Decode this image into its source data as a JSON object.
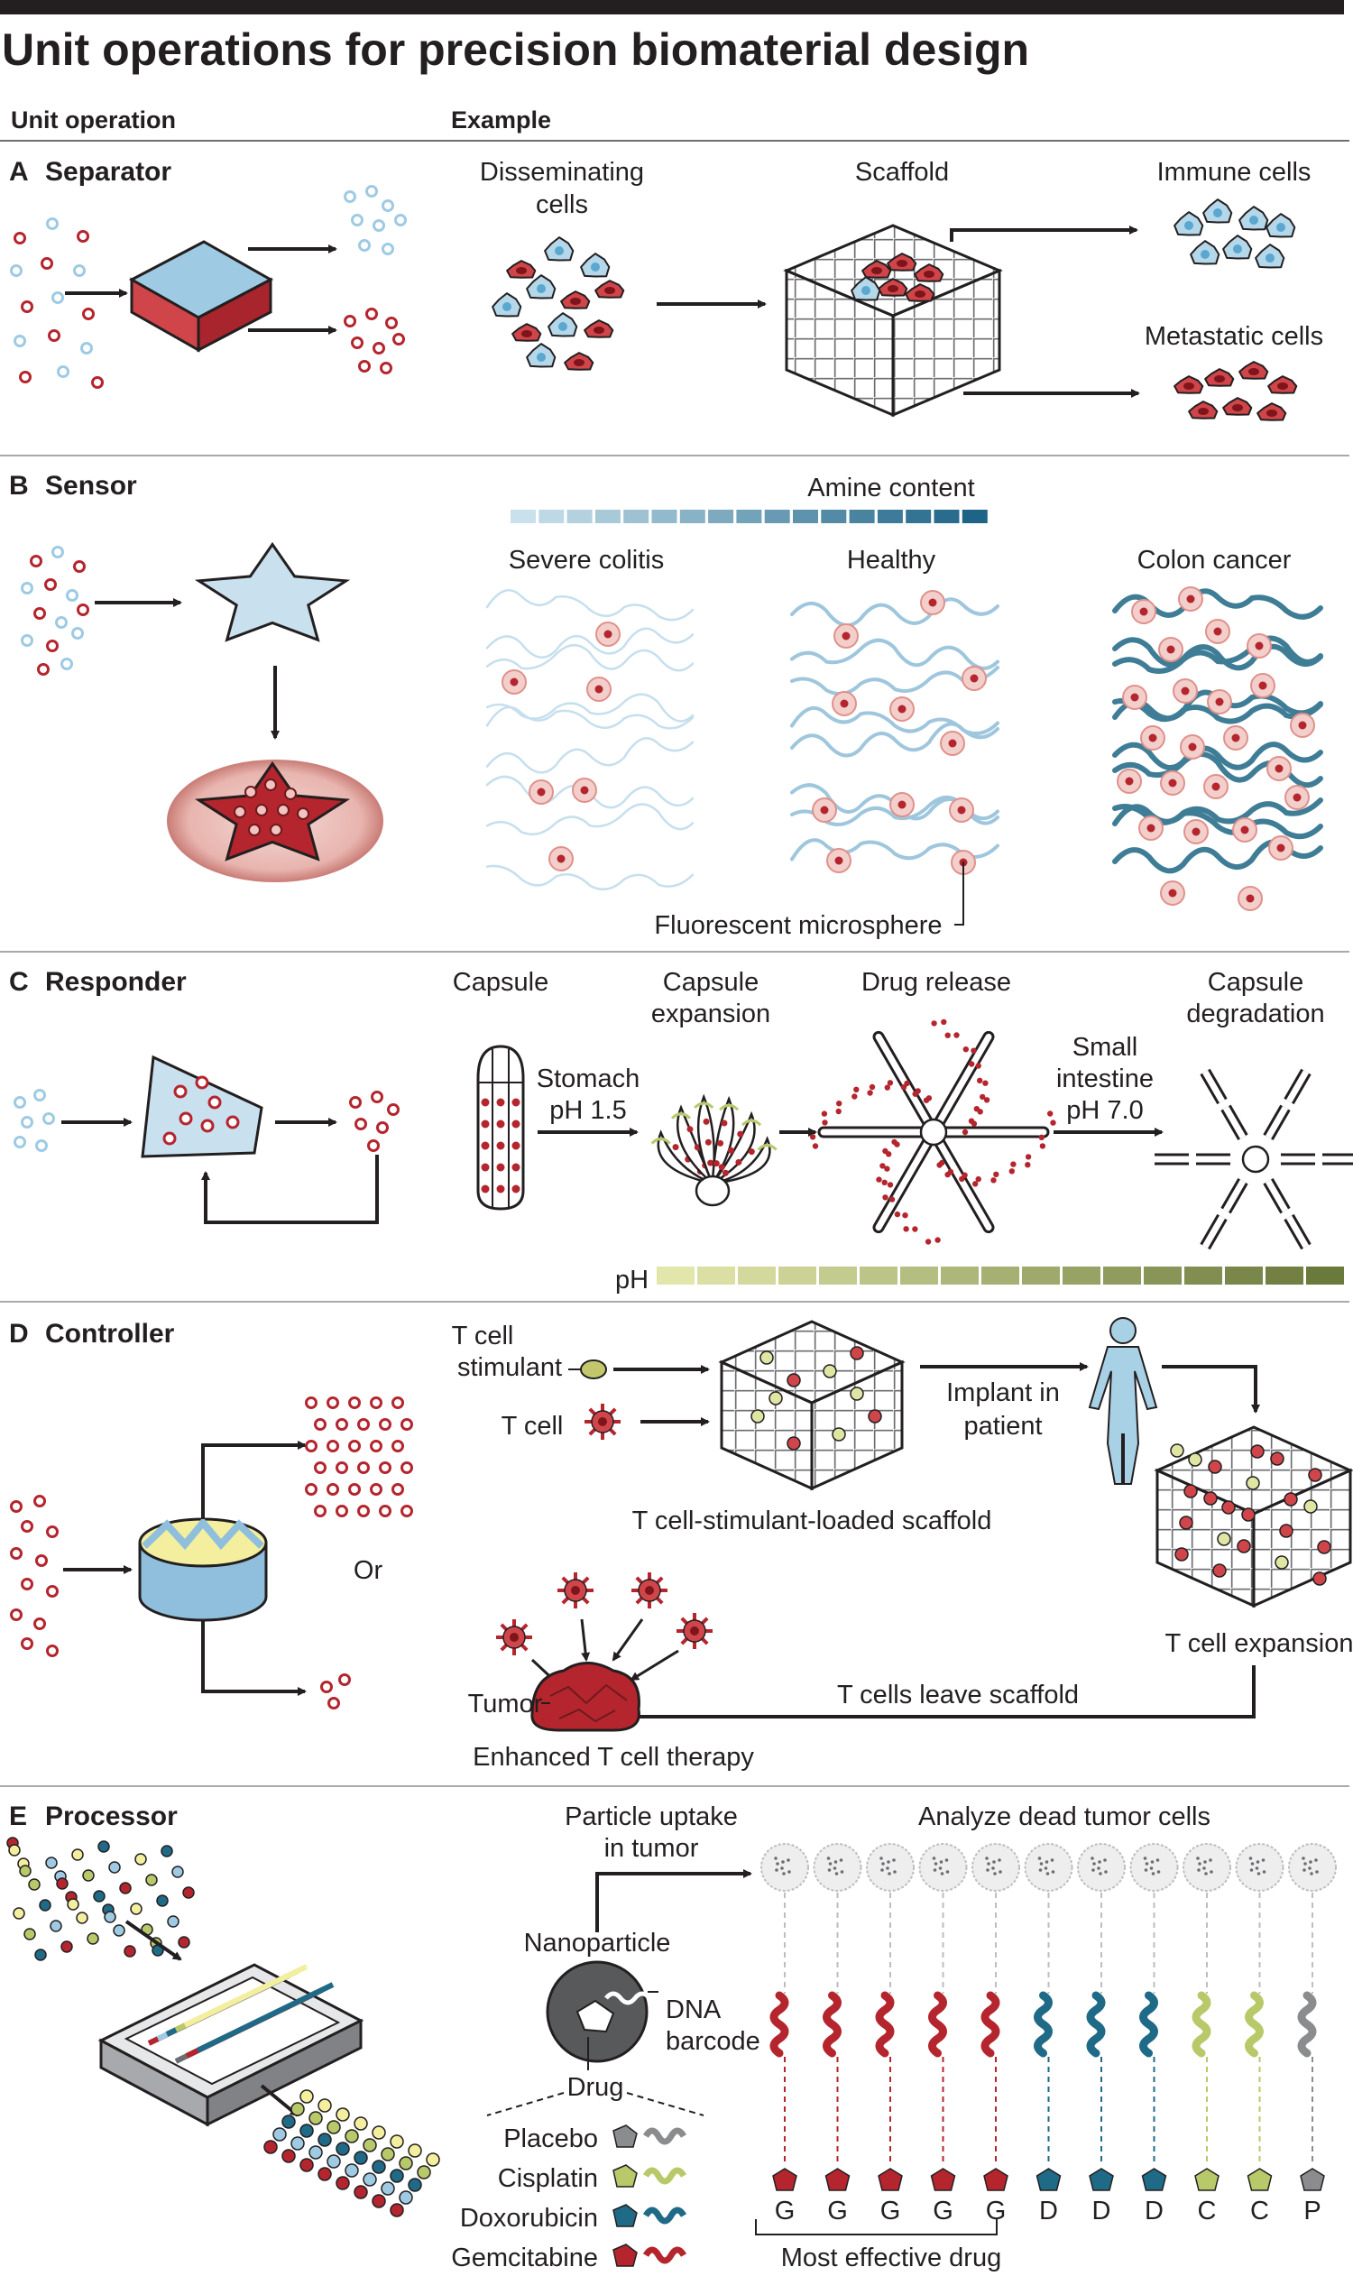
{
  "title": "Unit operations for precision biomaterial design",
  "headers": {
    "unit_operation": "Unit operation",
    "example": "Example"
  },
  "sections": {
    "a": {
      "letter": "A",
      "name": "Separator",
      "labels": {
        "disseminating_line1": "Disseminating",
        "disseminating_line2": "cells",
        "scaffold": "Scaffold",
        "immune": "Immune cells",
        "metastatic": "Metastatic cells"
      }
    },
    "b": {
      "letter": "B",
      "name": "Sensor",
      "labels": {
        "amine": "Amine content",
        "colitis": "Severe colitis",
        "healthy": "Healthy",
        "cancer": "Colon cancer",
        "microsphere": "Fluorescent microsphere"
      }
    },
    "c": {
      "letter": "C",
      "name": "Responder",
      "labels": {
        "capsule": "Capsule",
        "expansion_line1": "Capsule",
        "expansion_line2": "expansion",
        "release": "Drug release",
        "degradation_line1": "Capsule",
        "degradation_line2": "degradation",
        "stomach_line1": "Stomach",
        "stomach_line2": "pH 1.5",
        "intestine_line1": "Small",
        "intestine_line2": "intestine",
        "intestine_line3": "pH 7.0",
        "ph": "pH"
      }
    },
    "d": {
      "letter": "D",
      "name": "Controller",
      "labels": {
        "or": "Or",
        "stimulant_line1": "T cell",
        "stimulant_line2": "stimulant",
        "tcell": "T cell",
        "implant_line1": "Implant in",
        "implant_line2": "patient",
        "loaded": "T cell-stimulant-loaded scaffold",
        "expansion": "T cell expansion",
        "leave": "T cells leave scaffold",
        "tumor": "Tumor",
        "therapy": "Enhanced T cell therapy"
      }
    },
    "e": {
      "letter": "E",
      "name": "Processor",
      "labels": {
        "uptake_line1": "Particle uptake",
        "uptake_line2": "in tumor",
        "analyze": "Analyze dead tumor cells",
        "nanoparticle": "Nanoparticle",
        "dna_line1": "DNA",
        "dna_line2": "barcode",
        "drug": "Drug",
        "most_effective": "Most effective drug"
      },
      "legend": [
        {
          "name": "Placebo",
          "color": "#8a8c8e"
        },
        {
          "name": "Cisplatin",
          "color": "#b8c96a"
        },
        {
          "name": "Doxorubicin",
          "color": "#1f6a86"
        },
        {
          "name": "Gemcitabine",
          "color": "#b5252e"
        }
      ],
      "barcode_letters": [
        "G",
        "G",
        "G",
        "G",
        "G",
        "D",
        "D",
        "D",
        "C",
        "C",
        "P"
      ]
    }
  },
  "colors": {
    "red": "#b5252e",
    "blue": "#9ecbe3",
    "teal": "#1f6a86",
    "olive": "#6b7a3a"
  }
}
